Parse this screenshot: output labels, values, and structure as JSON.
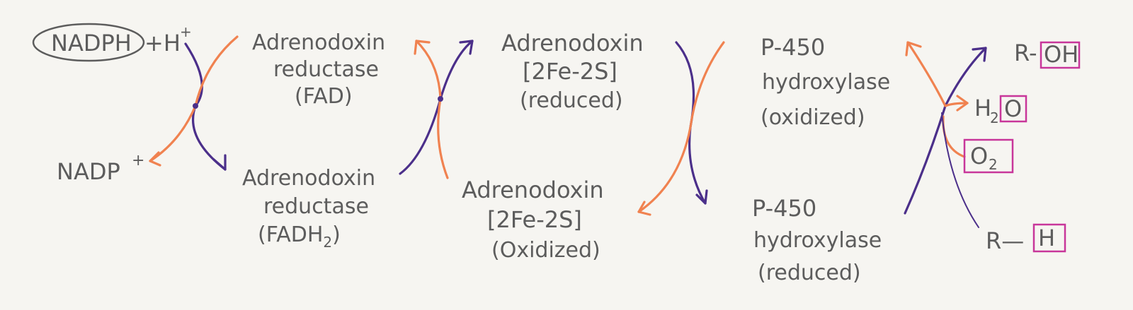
{
  "diagram": {
    "nadph": "NADPH",
    "plus_h": "+H",
    "plus_sup": "+",
    "nadp": "NADP",
    "nadp_sup": "+",
    "ar_fad": {
      "line1": "Adrenodoxin",
      "line2": "reductase",
      "line3": "(FAD)"
    },
    "ar_fadh2": {
      "line1": "Adrenodoxin",
      "line2": "reductase",
      "line3_main": "(FADH",
      "line3_sub": "2",
      "line3_end": ")"
    },
    "adx_red": {
      "line1": "Adrenodoxin",
      "line2": "[2Fe-2S]",
      "line3": "(reduced)"
    },
    "adx_ox": {
      "line1": "Adrenodoxin",
      "line2": "[2Fe-2S]",
      "line3": "(Oxidized)"
    },
    "p450_ox": {
      "line1": "P-450",
      "line2": "hydroxylase",
      "line3": "(oxidized)"
    },
    "p450_red": {
      "line1": "P-450",
      "line2": "hydroxylase",
      "line3": "(reduced)"
    },
    "roh_r": "R-",
    "roh_oh": "OH",
    "h2o_h": "H",
    "h2o_sub": "2",
    "h2o_o": "O",
    "o2_o": "O",
    "o2_sub": "2",
    "rh_r": "R—",
    "rh_h": "H"
  },
  "colors": {
    "purple": "#4b2f8a",
    "orange": "#f08250",
    "highlight_box": "#c8369a",
    "text": "#5c5c5c"
  }
}
